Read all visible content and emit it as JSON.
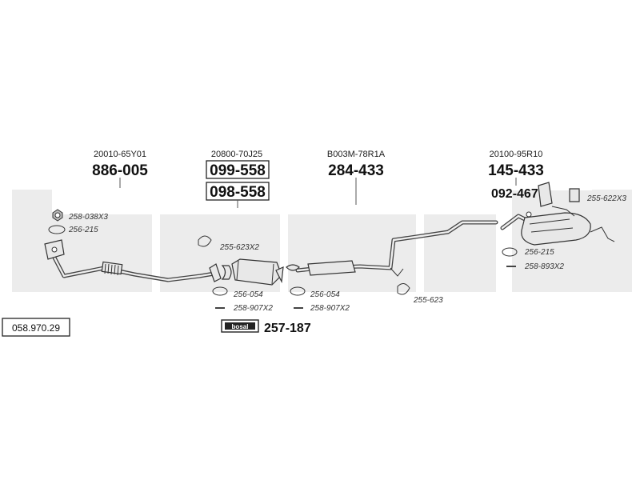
{
  "parts": [
    {
      "oem": "20010-65Y01",
      "numbers": [
        "886-005"
      ]
    },
    {
      "oem": "20800-70J25",
      "numbers": [
        "099-558",
        "098-558"
      ]
    },
    {
      "oem": "B003M-78R1A",
      "numbers": [
        "284-433"
      ]
    },
    {
      "oem": "20100-95R10",
      "numbers": [
        "145-433"
      ]
    }
  ],
  "extra_part": "092-467",
  "refs": {
    "r_258_038": "258-038X3",
    "r_256_215_a": "256-215",
    "r_255_623x2": "255-623X2",
    "r_256_054_a": "256-054",
    "r_258_907_a": "258-907X2",
    "r_256_054_b": "256-054",
    "r_258_907_b": "258-907X2",
    "r_255_623": "255-623",
    "r_255_622": "255-622X3",
    "r_256_215_b": "256-215",
    "r_258_893": "258-893X2"
  },
  "kit": {
    "logo": "bosal",
    "number": "257-187"
  },
  "diagram_number": "058.970.29",
  "watermark_color": "#ececec"
}
